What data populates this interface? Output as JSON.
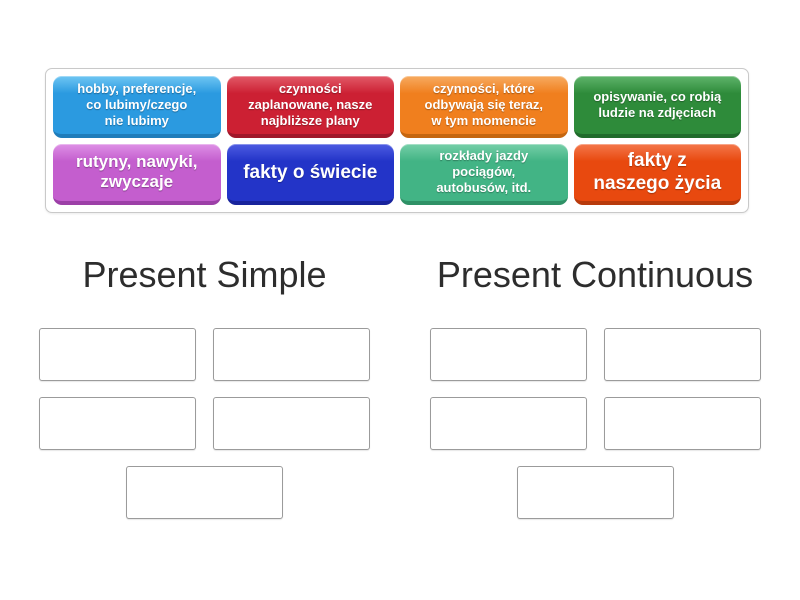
{
  "activity": {
    "type_label": "group-sort",
    "text_color": "#2d2d2d"
  },
  "tray": {
    "tiles": [
      {
        "text": "hobby, preferencje,\nco lubimy/czego\nnie lubimy",
        "color": "#2b9ae0",
        "color_light": "#6fc6f3",
        "color_dark": "#1f7cba"
      },
      {
        "text": "czynności\nzaplanowane, nasze\nnajbliższe plany",
        "color": "#cc2033",
        "color_light": "#e25a68",
        "color_dark": "#a0172a"
      },
      {
        "text": "czynności, które\nodbywają się teraz,\nw tym momencie",
        "color": "#f07f1e",
        "color_light": "#f7ab61",
        "color_dark": "#c5660f"
      },
      {
        "text": "opisywanie, co robią\nludzie na zdjęciach",
        "color": "#2e8b3a",
        "color_light": "#5fb46b",
        "color_dark": "#206b2b"
      },
      {
        "text": "rutyny, nawyki,\nzwyczaje",
        "color": "#c45ece",
        "color_light": "#de90e6",
        "color_dark": "#9c3fa7"
      },
      {
        "text": "fakty o świecie",
        "color": "#2334c8",
        "color_light": "#4d5ce2",
        "color_dark": "#18239c"
      },
      {
        "text": "rozkłady jazdy\npociągów,\nautobusów, itd.",
        "color": "#42b485",
        "color_light": "#75cfa8",
        "color_dark": "#2f9166"
      },
      {
        "text": "fakty z\nnaszego życia",
        "color": "#e8490f",
        "color_light": "#f4774b",
        "color_dark": "#b83a0c"
      }
    ]
  },
  "groups": [
    {
      "title": "Present Simple",
      "slot_count": 5
    },
    {
      "title": "Present Continuous",
      "slot_count": 5
    }
  ]
}
